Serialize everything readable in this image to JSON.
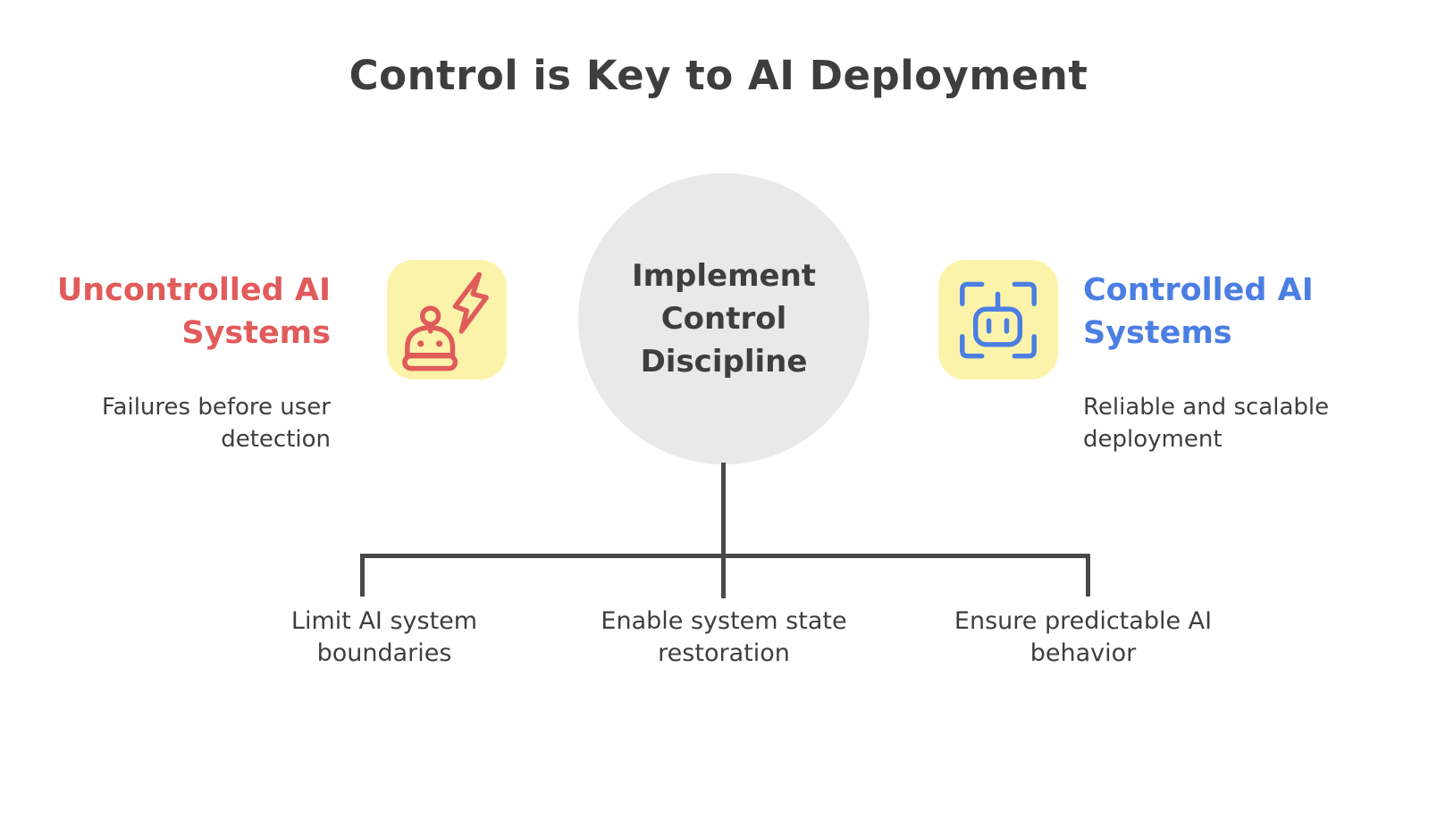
{
  "title": "Control is Key to AI Deployment",
  "colors": {
    "red": "#e15b5b",
    "blue": "#4b7ee2",
    "yellow": "#fcf3ab",
    "gray-circle": "#e9e9e9",
    "text-dark": "#3e3e3e",
    "line": "#484848"
  },
  "left": {
    "title": "Uncontrolled AI\nSystems",
    "subtitle": "Failures before user\ndetection",
    "icon": "robot-alert-with-lightning-icon"
  },
  "center": {
    "label": "Implement\nControl\nDiscipline"
  },
  "right": {
    "title": "Controlled AI\nSystems",
    "subtitle": "Reliable and scalable\ndeployment",
    "icon": "robot-scan-frame-icon"
  },
  "branches": [
    {
      "label": "Limit AI system\nboundaries"
    },
    {
      "label": "Enable system state\nrestoration"
    },
    {
      "label": "Ensure predictable AI\nbehavior"
    }
  ]
}
